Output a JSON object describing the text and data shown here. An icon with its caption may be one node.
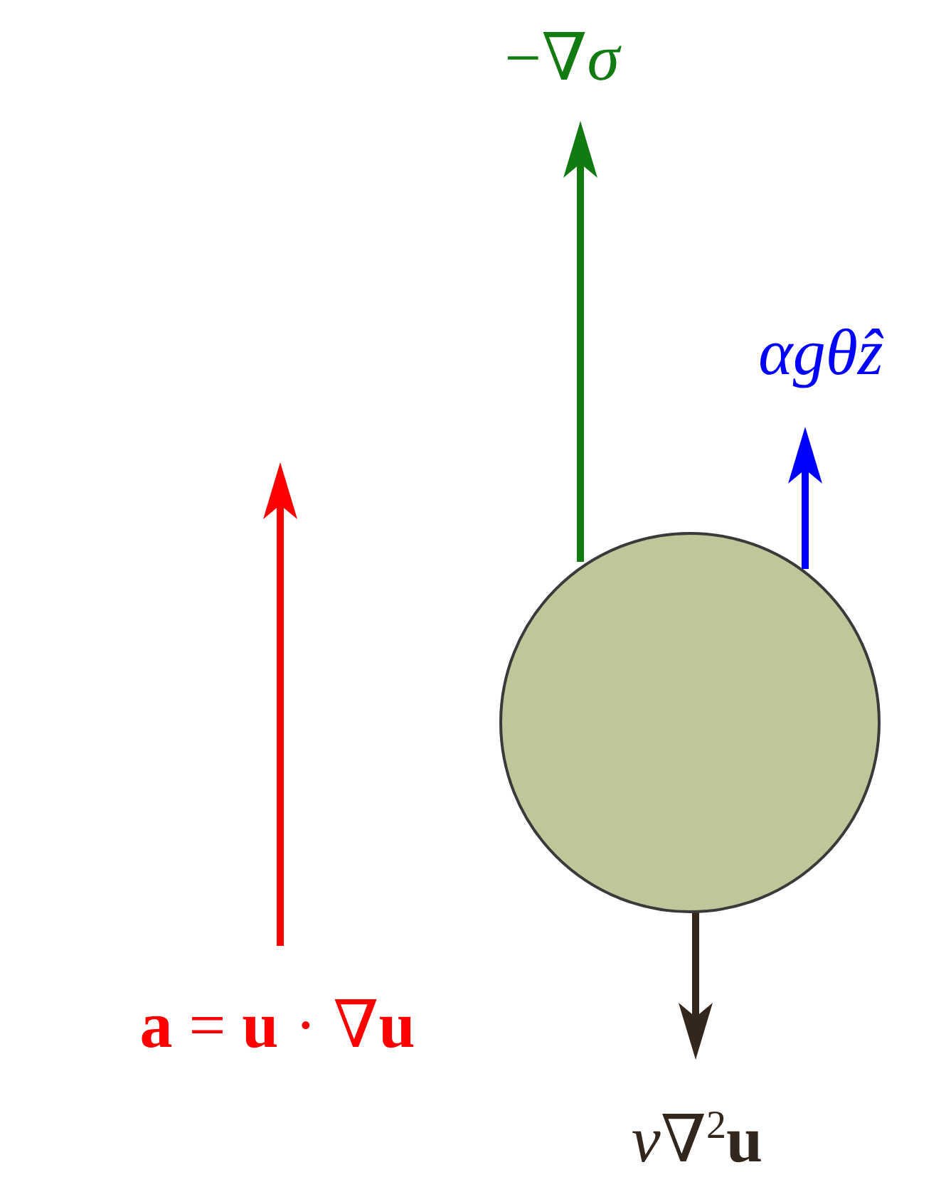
{
  "diagram": {
    "nodes": [
      {
        "text": [],
        "shape": "circle"
      }
    ],
    "labels": [
      "−∇*σ*",
      "*αgθẑ*",
      "**a** = **u** · ∇**u**",
      "*ν*∇$^{2}$**u**"
    ]
  }
}
